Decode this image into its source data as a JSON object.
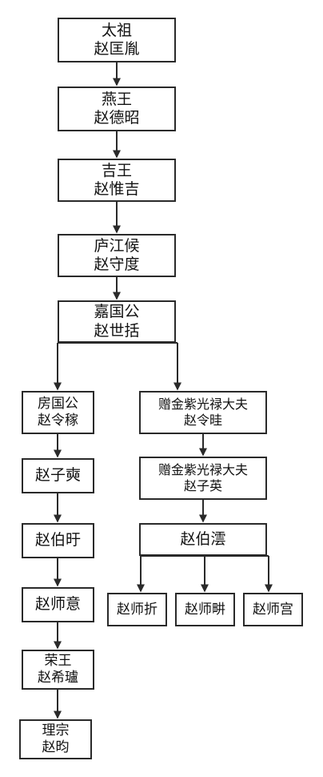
{
  "nodes": {
    "taizu": {
      "title": "太祖",
      "name": "赵匡胤"
    },
    "yanwang": {
      "title": "燕王",
      "name": "赵德昭"
    },
    "jiwang": {
      "title": "吉王",
      "name": "赵惟吉"
    },
    "lujiang": {
      "title": "庐江候",
      "name": "赵守度"
    },
    "jiaguo": {
      "title": "嘉国公",
      "name": "赵世括"
    },
    "fangguo": {
      "title": "房国公",
      "name": "赵令稼"
    },
    "zengjin1": {
      "title": "赠金紫光禄大夫",
      "name": "赵令晆"
    },
    "zishuang": {
      "name": "赵子奭"
    },
    "zengjin2": {
      "title": "赠金紫光禄大夫",
      "name": "赵子英"
    },
    "boxu": {
      "name": "赵伯旴"
    },
    "bosu": {
      "name": "赵伯澐"
    },
    "shiyi": {
      "name": "赵师意"
    },
    "shizhe": {
      "name": "赵师折"
    },
    "shipan": {
      "name": "赵师畊"
    },
    "shigong": {
      "name": "赵师宫"
    },
    "rongwang": {
      "title": "荣王",
      "name": "赵希瓐"
    },
    "lizong": {
      "title": "理宗",
      "name": "赵昀"
    }
  },
  "colors": {
    "line": "#2a2a2a",
    "border": "#2a2a2a",
    "background": "#ffffff"
  }
}
